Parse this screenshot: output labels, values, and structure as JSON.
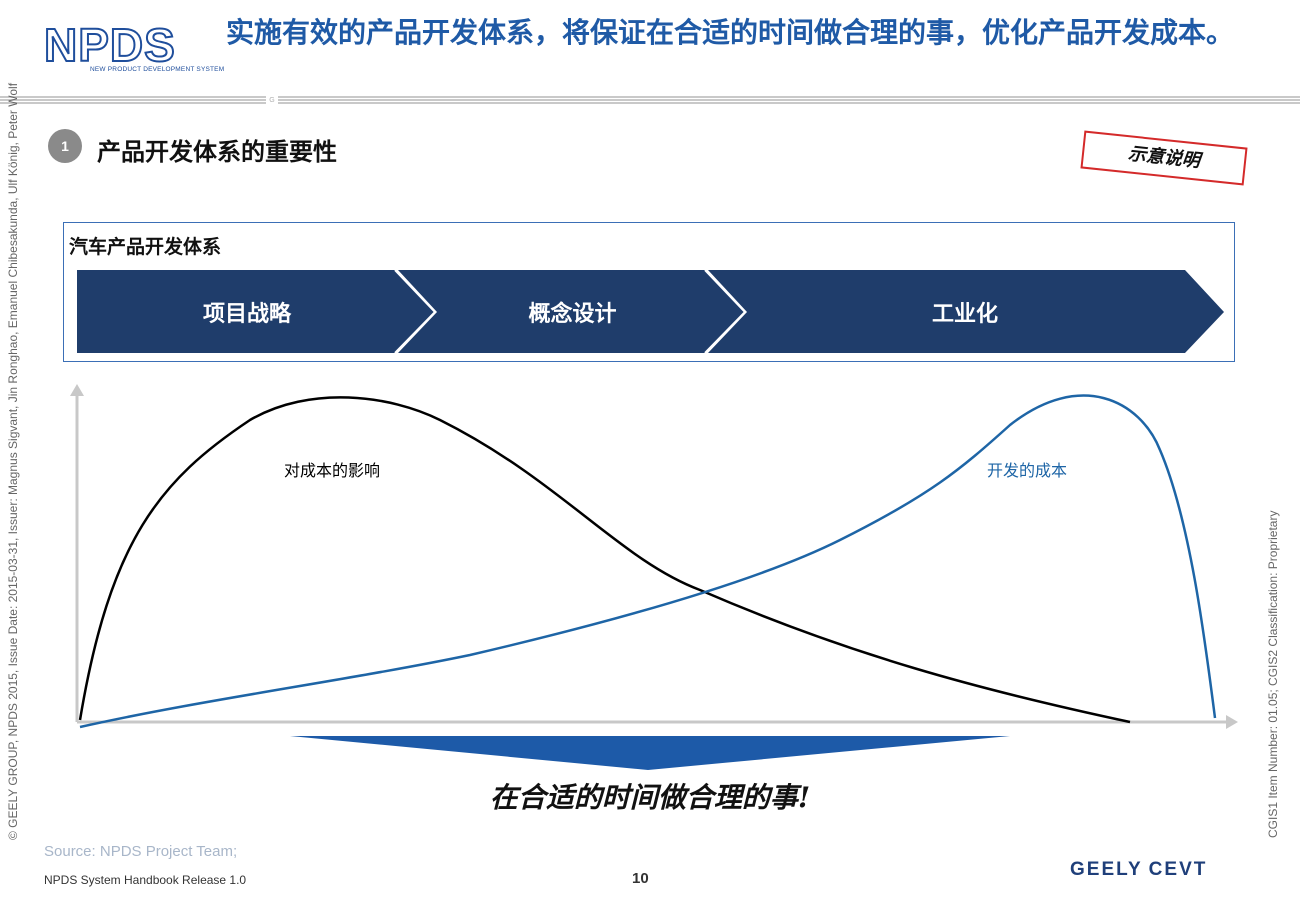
{
  "header": {
    "logo": "NPDS",
    "logo_subtitle": "NEW PRODUCT DEVELOPMENT SYSTEM",
    "title": "实施有效的产品开发体系，将保证在合适的时间做合理的事，优化产品开发成本。"
  },
  "section": {
    "number": "1",
    "title": "产品开发体系的重要性",
    "stamp": "示意说明"
  },
  "process": {
    "label": "汽车产品开发体系",
    "phases": [
      "项目战略",
      "概念设计",
      "工业化"
    ]
  },
  "chart": {
    "curve_impact_label": "对成本的影响",
    "curve_cost_label": "开发的成本",
    "colors": {
      "impact": "#000000",
      "cost": "#1e65a6",
      "axis": "#c8c8c8",
      "banner": "#1d5aa8"
    }
  },
  "conclusion": "在合适的时间做合理的事!",
  "side": {
    "left": "© GEELY GROUP, NPDS 2015, Issue Date: 2015-03-31, Issuer: Magnus Sigvant, Jin Ronghao, Emanuel Chibesakunda, Ulf König, Peter Wolf",
    "right": "CGIS1 Item Number: 01.05; CGIS2 Classification: Proprietary"
  },
  "footer": {
    "source": "Source: NPDS Project Team;",
    "left": "NPDS System Handbook Release 1.0",
    "page": "10",
    "brand_left": "GEELY",
    "brand_right": "CEVT"
  }
}
